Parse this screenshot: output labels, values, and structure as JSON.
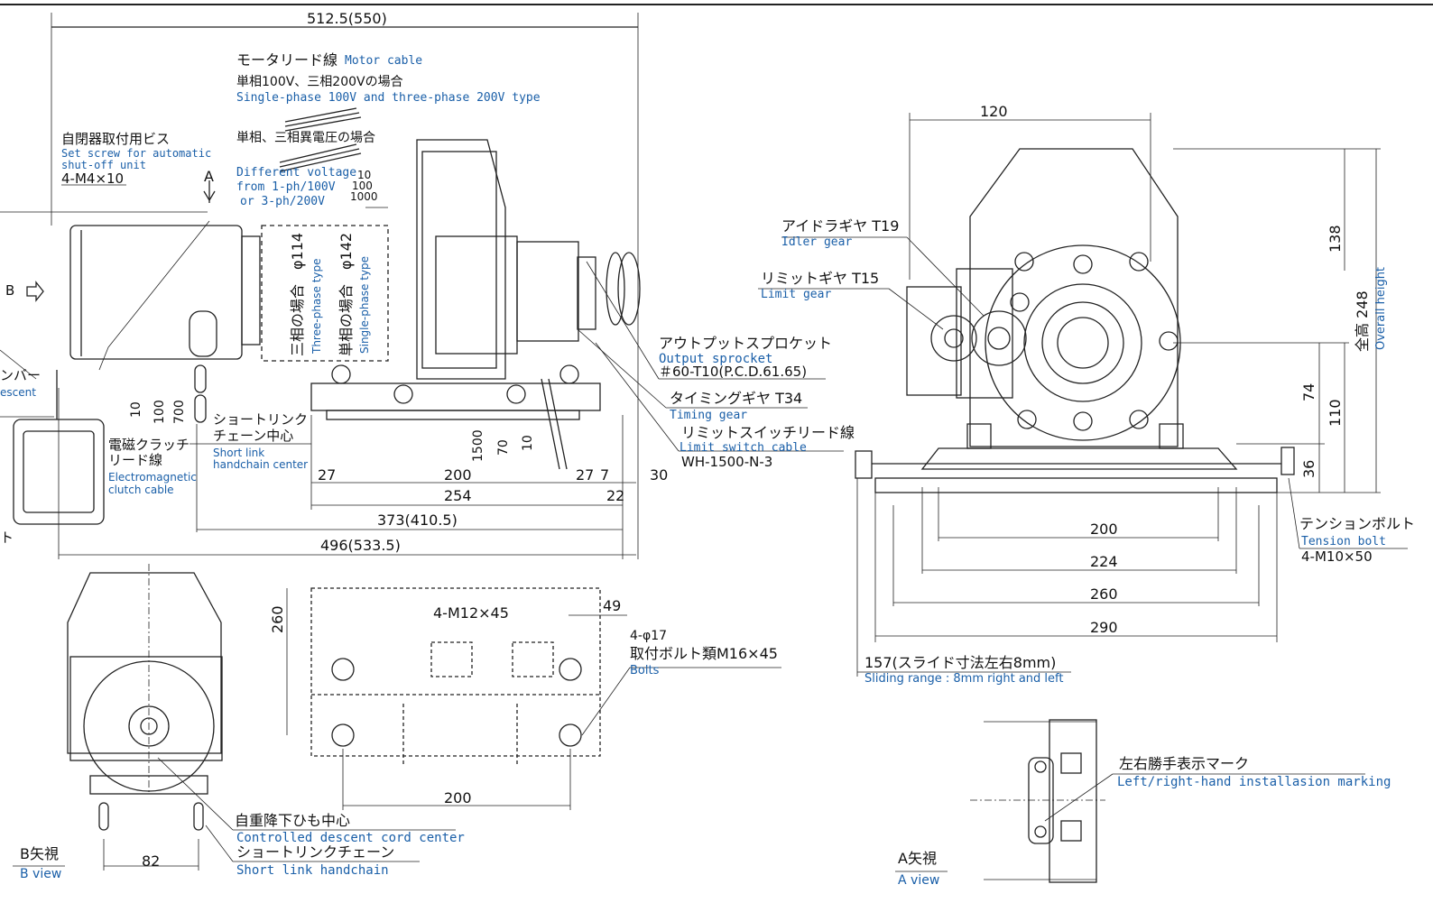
{
  "side_view": {
    "top_width": "512.5(550)",
    "motor_cable_jp": "モータリード線",
    "motor_cable_en": "Motor cable",
    "single_three_jp": "単相100V、三相200Vの場合",
    "single_three_en": "Single-phase 100V and three-phase 200V type",
    "diff_voltage_jp": "単相、三相異電圧の場合",
    "diff_voltage_en1": "Different voltage",
    "diff_voltage_en2": "from 1-ph/100V",
    "diff_voltage_en3": "or 3-ph/200V",
    "lead_10": "10",
    "lead_100": "100",
    "lead_1000": "1000",
    "setscrew_jp": "自閉器取付用ビス",
    "setscrew_en1": "Set screw for automatic",
    "setscrew_en2": "shut-off unit",
    "setscrew_spec": "4-M4×10",
    "a_marker": "A",
    "b_marker": "B",
    "three_phase_jp": "三相の場合　φ114",
    "three_phase_en": "Three-phase type",
    "single_phase_jp": "単相の場合　φ142",
    "single_phase_en": "Single-phase type",
    "lever_jp": "ンバー",
    "descent_en": "escent",
    "output_sprocket_jp": "アウトプットスプロケット",
    "output_sprocket_en": "Output sprocket",
    "output_sprocket_spec": "＃60-T10(P.C.D.61.65)",
    "timing_gear_jp": "タイミングギヤ T34",
    "timing_gear_en": "Timing gear",
    "limit_switch_jp": "リミットスイッチリード線",
    "limit_switch_en": "Limit switch cable",
    "limit_switch_spec": "WH-1500-N-3",
    "short_link_jp1": "ショートリンク",
    "short_link_jp2": "チェーン中心",
    "short_link_en1": "Short link",
    "short_link_en2": "handchain center",
    "clutch_jp1": "電磁クラッチ",
    "clutch_jp2": "リード線",
    "clutch_en1": "Electromagnetic",
    "clutch_en2": "clutch cable",
    "clutch_dims": [
      "10",
      "100",
      "700"
    ],
    "ls_dims": [
      "1500",
      "70",
      "10"
    ],
    "bottom_dims": [
      "27",
      "200",
      "27",
      "7",
      "30",
      "254",
      "22",
      "373(410.5)",
      "496(533.5)"
    ],
    "left_t": "ト"
  },
  "front_view": {
    "width_120": "120",
    "idler_jp": "アイドラギヤ T19",
    "idler_en": "Idler gear",
    "limit_gear_jp": "リミットギヤ T15",
    "limit_gear_en": "Limit gear",
    "h138": "138",
    "h248_jp": "全高 248",
    "h248_en": "Overall height",
    "h74": "74",
    "h110": "110",
    "h36": "36",
    "w200": "200",
    "w224": "224",
    "w260": "260",
    "w290": "290",
    "tension_jp": "テンションボルト",
    "tension_en": "Tension bolt",
    "tension_spec": "4-M10×50",
    "slide_jp": "157(スライド寸法左右8mm)",
    "slide_en": "Sliding range : 8mm right and left"
  },
  "plan_view": {
    "h260": "260",
    "m12": "4-M12×45",
    "d49": "49",
    "phi17": "4-φ17",
    "bolts_jp": "取付ボルト類M16×45",
    "bolts_en": "Bolts",
    "w200": "200"
  },
  "b_view": {
    "title_jp": "B矢視",
    "title_en": "B view",
    "w82": "82",
    "cord_jp": "自重降下ひも中心",
    "cord_en": "Controlled descent cord center",
    "chain_jp": "ショートリンクチェーン",
    "chain_en": "Short link handchain"
  },
  "a_view": {
    "title_jp": "A矢視",
    "title_en": "A view",
    "marking_jp": "左右勝手表示マーク",
    "marking_en": "Left/right-hand installasion marking"
  },
  "colors": {
    "ink": "#111111",
    "english_blue": "#1a5fa8"
  }
}
